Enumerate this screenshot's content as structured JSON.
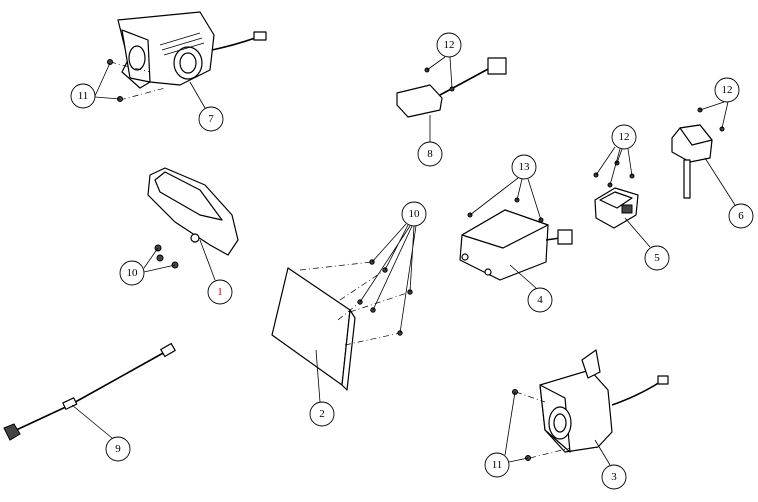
{
  "diagram": {
    "callouts": [
      {
        "label": "7"
      },
      {
        "label": "11"
      },
      {
        "label": "12"
      },
      {
        "label": "8"
      },
      {
        "label": "12"
      },
      {
        "label": "6"
      },
      {
        "label": "12"
      },
      {
        "label": "5"
      },
      {
        "label": "13"
      },
      {
        "label": "4"
      },
      {
        "label": "10"
      },
      {
        "label": "10"
      },
      {
        "label": "1",
        "color": "#d00000"
      },
      {
        "label": "2"
      },
      {
        "label": "9"
      },
      {
        "label": "11"
      },
      {
        "label": "3"
      }
    ]
  }
}
